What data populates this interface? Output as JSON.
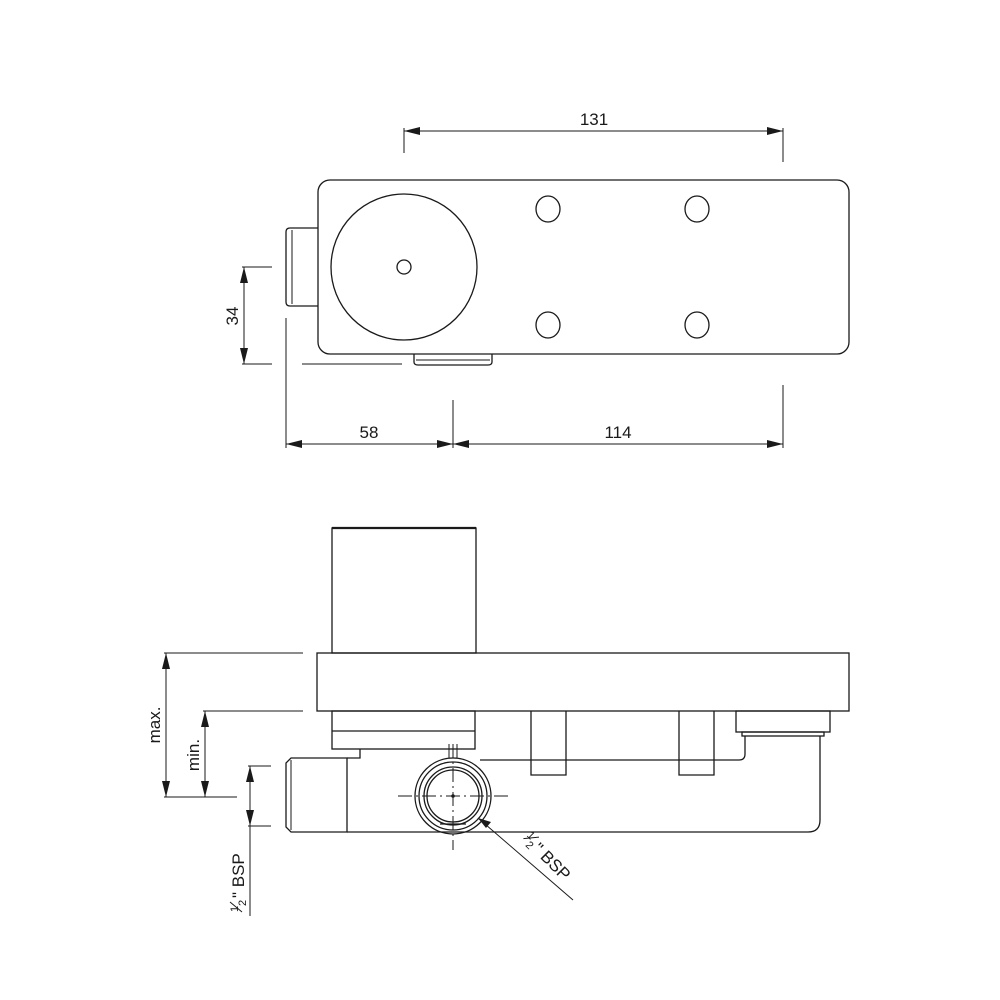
{
  "drawing": {
    "top_view": {
      "dimensions": {
        "overall_width": "131",
        "height_offset": "34",
        "left_offset": "58",
        "right_offset": "114"
      }
    },
    "side_view": {
      "labels": {
        "max": "max.",
        "min": "min."
      },
      "connections": {
        "left_thread_fraction_num": "1",
        "left_thread_fraction_den": "2",
        "left_thread_label": "\" BSP",
        "center_thread_fraction_num": "1",
        "center_thread_fraction_den": "2",
        "center_thread_label": "\" BSP"
      }
    },
    "colors": {
      "line": "#1a1a1a",
      "background": "#ffffff"
    }
  }
}
